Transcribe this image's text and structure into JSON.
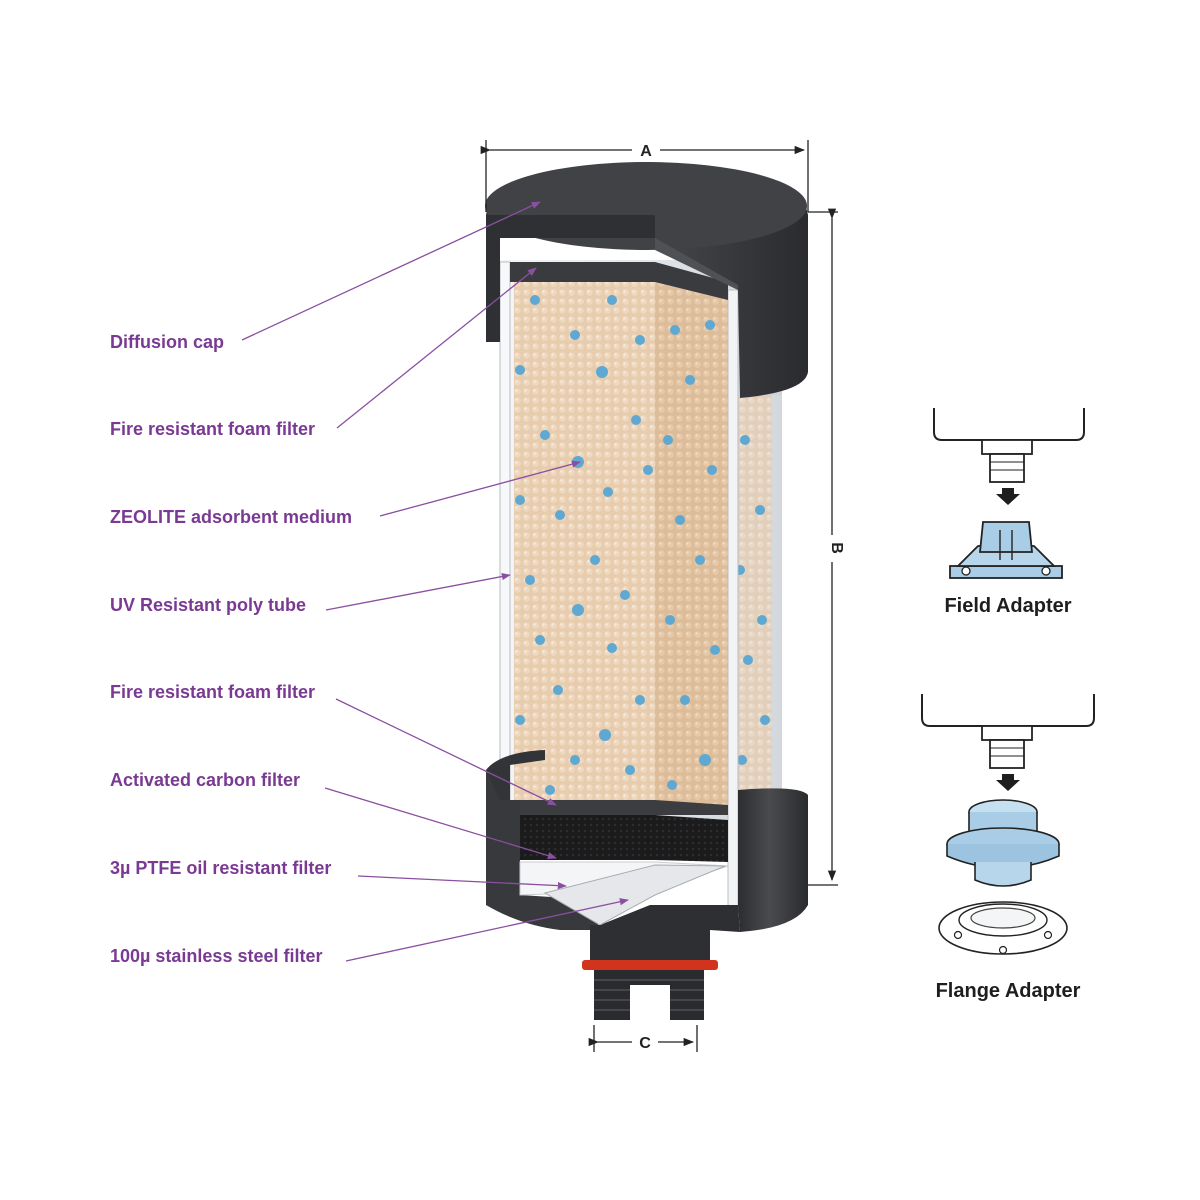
{
  "callouts": [
    {
      "label": "Diffusion cap"
    },
    {
      "label": "Fire resistant foam filter"
    },
    {
      "label": "ZEOLITE adsorbent medium"
    },
    {
      "label": "UV Resistant poly tube"
    },
    {
      "label": "Fire resistant foam filter"
    },
    {
      "label": "Activated carbon filter"
    },
    {
      "label": "3µ PTFE oil resistant filter"
    },
    {
      "label": "100µ stainless steel filter"
    }
  ],
  "dimensions": {
    "a": "A",
    "b": "B",
    "c": "C"
  },
  "adapters": {
    "field": {
      "label": "Field Adapter"
    },
    "flange": {
      "label": "Flange Adapter"
    }
  },
  "colors": {
    "callout_text": "#7a3a93",
    "callout_line": "#8a4fa0",
    "cap": "#3a3b3e",
    "zeolite": "#e9cfb3",
    "blue_bead": "#5ea8d2",
    "seal_ring": "#d2331d",
    "adapter_fill": "#a9cde6"
  }
}
